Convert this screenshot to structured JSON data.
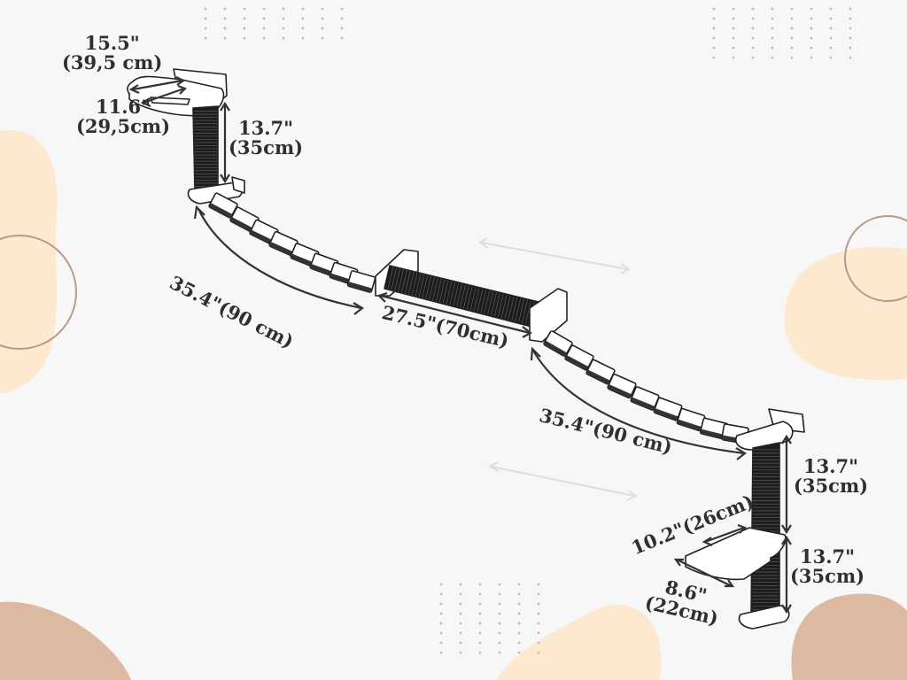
{
  "palette": {
    "background": "#f7f7f7",
    "peach_blob": "#fde8d0",
    "tan_blob": "#dcb9a0",
    "ring": "#b89a86",
    "dots": "#c9b7aa",
    "line": "#222222",
    "sisal": "#1c1c1c",
    "dimension": "#333333",
    "guide_arrow": "#e2dcd8"
  },
  "dimensions": {
    "top_shelf_width": {
      "imperial": "15.5\"",
      "metric": "(39,5 cm)"
    },
    "top_shelf_depth": {
      "imperial": "11.6\"",
      "metric": "(29,5cm)"
    },
    "left_post_height": {
      "imperial": "13.7\"",
      "metric": "(35cm)"
    },
    "left_bridge_length": {
      "imperial": "35.4\"(90 cm)"
    },
    "center_post_length": {
      "imperial": "27.5\"(70cm)"
    },
    "right_bridge_length": {
      "imperial": "35.4\"(90 cm)"
    },
    "right_post_upper_height": {
      "imperial": "13.7\"",
      "metric": "(35cm)"
    },
    "right_post_lower_height": {
      "imperial": "13.7\"",
      "metric": "(35cm)"
    },
    "step_depth": {
      "label": "10.2\"(26cm)"
    },
    "step_width": {
      "imperial": "8.6\"",
      "metric": "(22cm)"
    }
  }
}
